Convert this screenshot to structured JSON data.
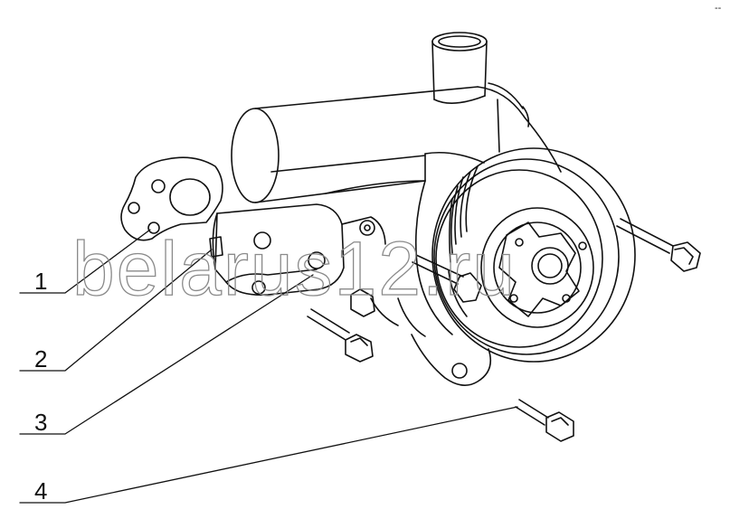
{
  "diagram": {
    "type": "exploded assembly illustration",
    "subject": "water pump with pulley and mounting bolts",
    "callouts": [
      {
        "label": "1"
      },
      {
        "label": "2"
      },
      {
        "label": "3"
      },
      {
        "label": "4"
      }
    ],
    "watermark": "belarus12.ru",
    "corner_mark": "--"
  },
  "colors": {
    "line": "#111111",
    "watermark": "#8a8a8a",
    "background": "#ffffff"
  }
}
